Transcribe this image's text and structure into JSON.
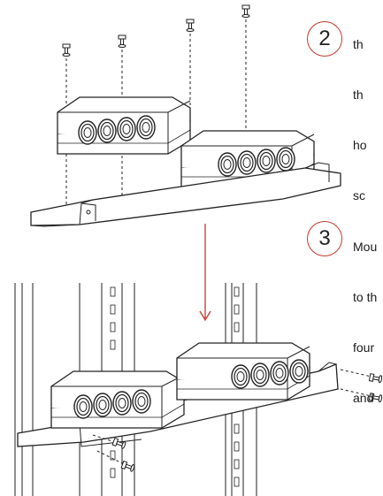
{
  "steps": [
    {
      "number": "2",
      "text": [
        "th",
        "th",
        "ho",
        "sc"
      ]
    },
    {
      "number": "3",
      "text": [
        "Mou",
        "to th",
        "four",
        "and"
      ]
    }
  ],
  "colors": {
    "step_circle": "#c0392b",
    "arrow": "#c0392b",
    "line_art": "#222222"
  },
  "icons": [
    "screw-icon",
    "module-enclosure",
    "rack-tray",
    "rack-rail"
  ]
}
